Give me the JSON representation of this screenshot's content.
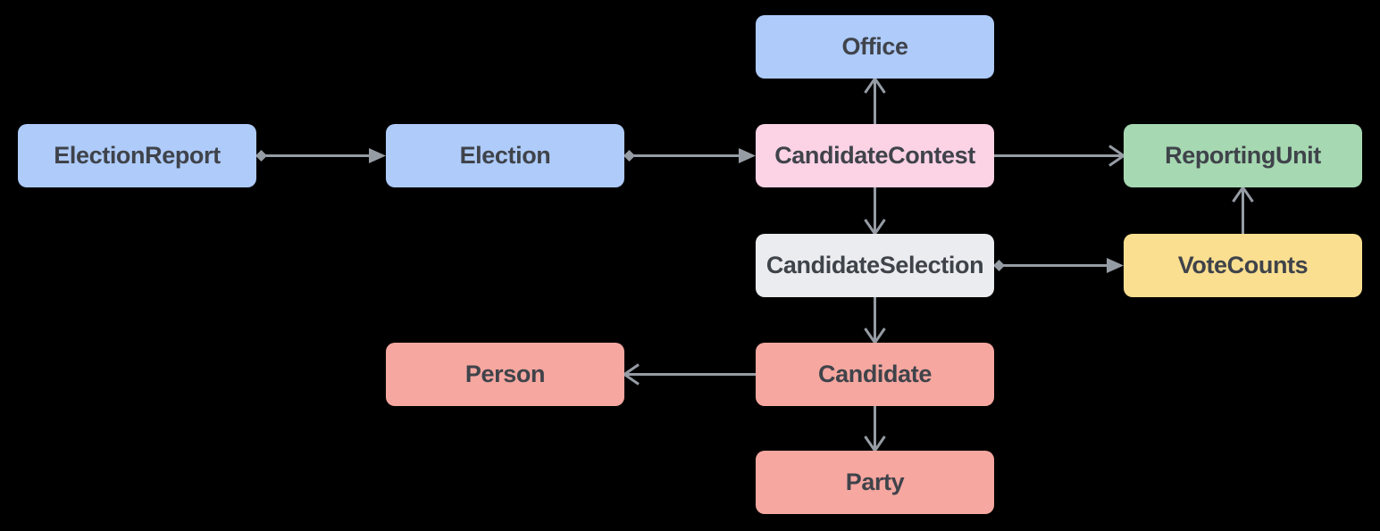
{
  "diagram": {
    "background_color": "#000000",
    "arrow_color": "#969ca4",
    "label_text_color": "#3f434a",
    "nodes": [
      {
        "id": "election-report",
        "label": "ElectionReport",
        "color": "#aecbfa"
      },
      {
        "id": "election",
        "label": "Election",
        "color": "#aecbfa"
      },
      {
        "id": "office",
        "label": "Office",
        "color": "#aecbfa"
      },
      {
        "id": "candidate-contest",
        "label": "CandidateContest",
        "color": "#fcd2e5"
      },
      {
        "id": "reporting-unit",
        "label": "ReportingUnit",
        "color": "#a6d8b2"
      },
      {
        "id": "candidate-selection",
        "label": "CandidateSelection",
        "color": "#eaecef"
      },
      {
        "id": "vote-counts",
        "label": "VoteCounts",
        "color": "#fbdf90"
      },
      {
        "id": "candidate",
        "label": "Candidate",
        "color": "#f5a7a0"
      },
      {
        "id": "person",
        "label": "Person",
        "color": "#f5a7a0"
      },
      {
        "id": "party",
        "label": "Party",
        "color": "#f5a7a0"
      }
    ],
    "edges": [
      {
        "from": "ElectionReport",
        "to": "Election",
        "connector": "diamond-source, filled-arrowhead"
      },
      {
        "from": "Election",
        "to": "CandidateContest",
        "connector": "diamond-source, filled-arrowhead"
      },
      {
        "from": "CandidateContest",
        "to": "Office",
        "connector": "open-arrowhead"
      },
      {
        "from": "CandidateContest",
        "to": "ReportingUnit",
        "connector": "open-arrowhead"
      },
      {
        "from": "CandidateContest",
        "to": "CandidateSelection",
        "connector": "open-arrowhead"
      },
      {
        "from": "CandidateSelection",
        "to": "VoteCounts",
        "connector": "diamond-source, filled-arrowhead"
      },
      {
        "from": "VoteCounts",
        "to": "ReportingUnit",
        "connector": "open-arrowhead"
      },
      {
        "from": "CandidateSelection",
        "to": "Candidate",
        "connector": "open-arrowhead"
      },
      {
        "from": "Candidate",
        "to": "Person",
        "connector": "open-arrowhead"
      },
      {
        "from": "Candidate",
        "to": "Party",
        "connector": "open-arrowhead"
      }
    ]
  }
}
